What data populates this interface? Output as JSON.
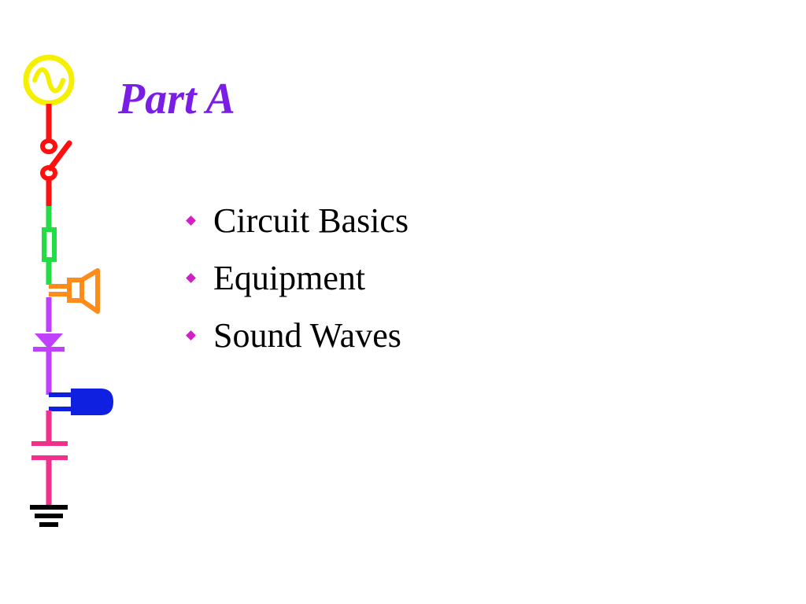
{
  "slide": {
    "title": "Part A",
    "bullets": [
      {
        "text": "Circuit Basics"
      },
      {
        "text": "Equipment"
      },
      {
        "text": "Sound Waves"
      }
    ]
  },
  "colors": {
    "title": "#7a1ee6",
    "bullet_marker": "#d21ec8",
    "wire_red": "#ff1010",
    "wire_green": "#22dd44",
    "wire_orange": "#ff8c1a",
    "wire_purple": "#c040ff",
    "wire_blue": "#1020e0",
    "wire_pink": "#f0308a",
    "source_yellow": "#f5f000"
  },
  "icons": [
    "ac-source-icon",
    "switch-icon",
    "resistor-icon",
    "speaker-icon",
    "diode-icon",
    "lamp-icon",
    "capacitor-icon",
    "ground-icon"
  ]
}
